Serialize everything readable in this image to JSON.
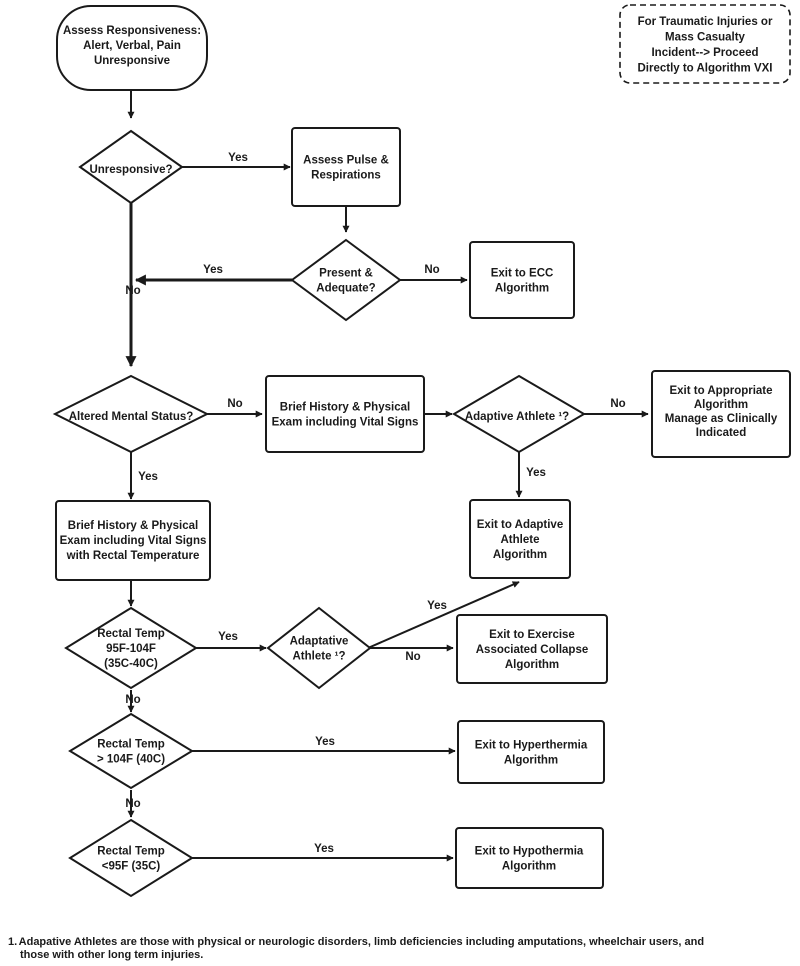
{
  "note": [
    "For Traumatic Injuries or",
    "Mass Casualty",
    "Incident--> Proceed",
    "Directly to Algorithm VXI"
  ],
  "nodes": {
    "assess_responsiveness": [
      "Assess Responsiveness:",
      "Alert, Verbal, Pain",
      "Unresponsive"
    ],
    "unresponsive": [
      "Unresponsive?"
    ],
    "assess_pulse": [
      "Assess Pulse &",
      "Respirations"
    ],
    "present_adequate": [
      "Present &",
      "Adequate?"
    ],
    "exit_ecc": [
      "Exit to ECC",
      "Algorithm"
    ],
    "altered_mental": [
      "Altered Mental Status?"
    ],
    "brief_history_1": [
      "Brief History & Physical",
      "Exam including Vital Signs"
    ],
    "adaptive_athlete_1": [
      "Adaptive Athlete ¹?"
    ],
    "exit_appropriate": [
      "Exit to Appropriate",
      "Algorithm",
      "Manage as Clinically",
      "Indicated"
    ],
    "brief_history_2": [
      "Brief History & Physical",
      "Exam including Vital Signs",
      "with Rectal Temperature"
    ],
    "exit_adaptive": [
      "Exit to Adaptive",
      "Athlete",
      "Algorithm"
    ],
    "rectal_95_104": [
      "Rectal Temp",
      "95F-104F",
      "(35C-40C)"
    ],
    "adaptative_athlete_2": [
      "Adaptative",
      "Athlete ¹?"
    ],
    "exit_exercise": [
      "Exit to Exercise",
      "Associated Collapse",
      "Algorithm"
    ],
    "rectal_gt_104": [
      "Rectal Temp",
      "> 104F (40C)"
    ],
    "exit_hyperthermia": [
      "Exit to Hyperthermia",
      "Algorithm"
    ],
    "rectal_lt_95": [
      "Rectal Temp",
      "<95F (35C)"
    ],
    "exit_hypothermia": [
      "Exit to Hypothermia",
      "Algorithm"
    ]
  },
  "edge_labels": {
    "unresponsive_yes": "Yes",
    "present_yes": "Yes",
    "present_no": "No",
    "main_no": "No",
    "altered_no": "No",
    "adaptive1_no": "No",
    "altered_yes": "Yes",
    "adaptive1_yes": "Yes",
    "rectal1_yes": "Yes",
    "adaptative2_yes": "Yes",
    "adaptative2_no": "No",
    "rectal1_no": "No",
    "rectal2_yes": "Yes",
    "rectal2_no": "No",
    "rectal3_yes": "Yes"
  },
  "footnote": {
    "number": "1.",
    "lines": [
      "Adapative Athletes are those with physical or neurologic disorders, limb deficiencies including amputations, wheelchair users, and",
      "those with other long term injuries."
    ]
  }
}
